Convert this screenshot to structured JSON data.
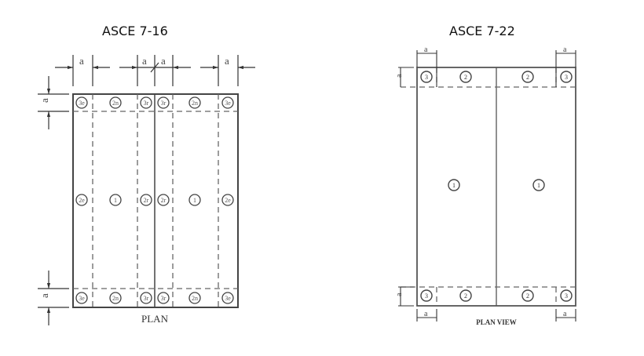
{
  "diagrams": [
    {
      "title": "ASCE 7-16",
      "caption": "PLAN",
      "dimension_label": "a",
      "zones": {
        "top_row": [
          "3e",
          "2n",
          "3r",
          "3r",
          "2n",
          "3e"
        ],
        "middle_row": [
          "2e",
          "1",
          "2r",
          "2r",
          "1",
          "2e"
        ],
        "bottom_row": [
          "3e",
          "2n",
          "3r",
          "3r",
          "2n",
          "3e"
        ]
      }
    },
    {
      "title": "ASCE 7-22",
      "caption": "PLAN VIEW",
      "dimension_label": "a",
      "zones": {
        "top_row": [
          "3",
          "2",
          "2",
          "3"
        ],
        "middle_row": [
          "1",
          "1"
        ],
        "bottom_row": [
          "3",
          "2",
          "2",
          "3"
        ]
      }
    }
  ]
}
